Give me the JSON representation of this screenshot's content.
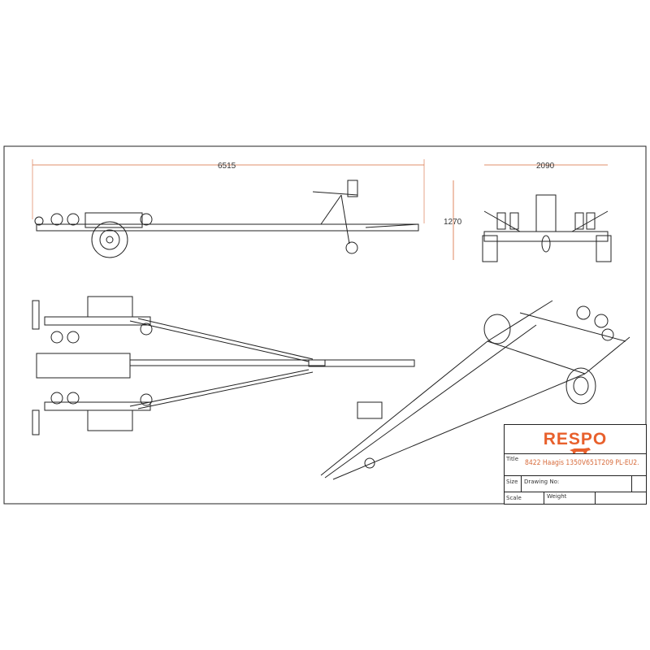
{
  "dimensions": {
    "length": "6515",
    "width": "2090",
    "height": "1270"
  },
  "title_block": {
    "brand": "RESPO",
    "title_label": "Title",
    "title_value": "8422 Haagis 1350V651T209 PL-EU2.",
    "size_label": "Size",
    "drawing_no_label": "Drawing No:",
    "scale_label": "Scale",
    "weight_label": "Weight"
  },
  "colors": {
    "brand": "#e8602c",
    "line": "#222222"
  }
}
